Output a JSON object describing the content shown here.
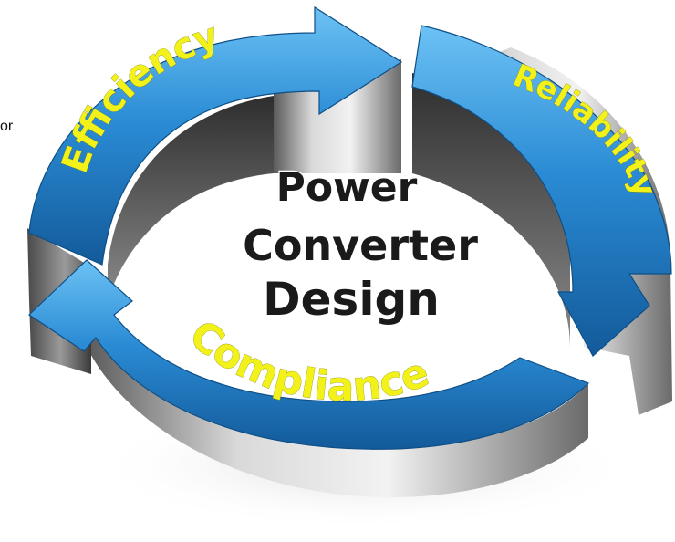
{
  "stray_text": "or",
  "center_title": {
    "line1": "Power",
    "line2": "Converter",
    "line3": "Design"
  },
  "segments": {
    "top_left": "Efficiency",
    "right": "Reliability",
    "bottom": "Compliance"
  },
  "colors": {
    "arrow_top_face": "#2a8bd4",
    "arrow_top_face_light": "#55b3ee",
    "arrow_side_face": "#7c7c7c",
    "label_text": "#f2f21a",
    "center_text": "#1a1a1a"
  }
}
